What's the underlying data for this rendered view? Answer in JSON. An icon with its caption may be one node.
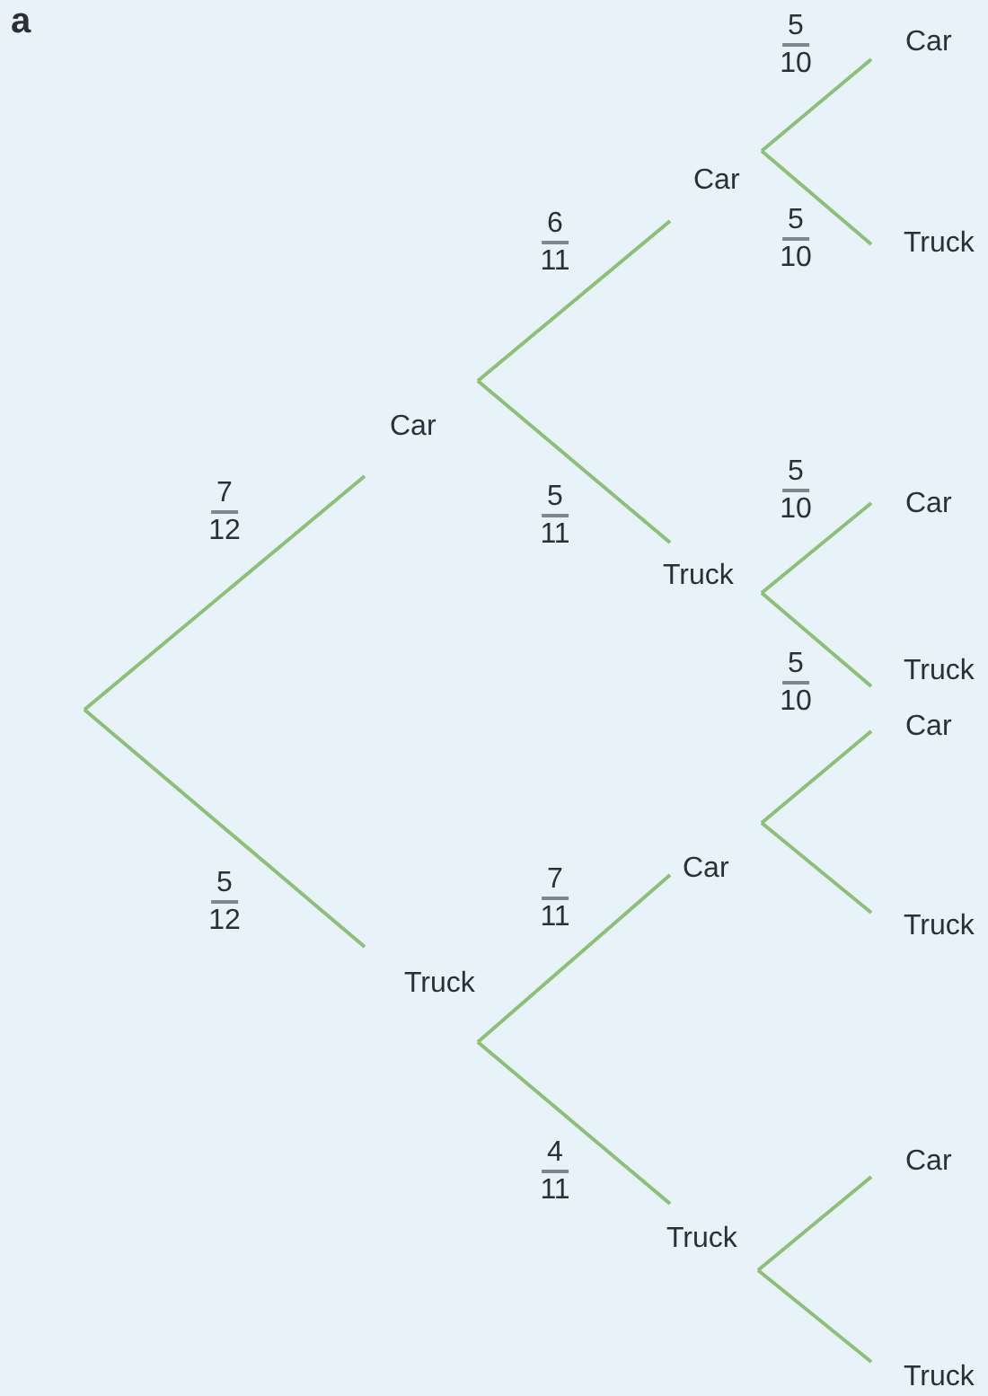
{
  "diagram": {
    "nodes": [
      {
        "text": [
          "Car"
        ]
      },
      {
        "text": [
          "Truck"
        ]
      },
      {
        "text": [
          "Car"
        ]
      },
      {
        "text": [
          "Truck"
        ]
      },
      {
        "text": [
          "Car"
        ]
      },
      {
        "text": [
          "Truck"
        ]
      },
      {
        "text": [
          "Car"
        ]
      },
      {
        "text": [
          "Truck"
        ]
      },
      {
        "text": [
          "Car"
        ]
      },
      {
        "text": [
          "Truck"
        ]
      },
      {
        "text": [
          "Car"
        ]
      },
      {
        "text": [
          "Truck"
        ]
      },
      {
        "text": [
          "Car"
        ]
      },
      {
        "text": [
          "Truck"
        ]
      }
    ],
    "edges": [
      {
        "from": null,
        "to": 0,
        "arrow": "none"
      },
      {
        "from": null,
        "to": 1,
        "arrow": "none"
      },
      {
        "from": 0,
        "to": 2,
        "arrow": "none"
      },
      {
        "from": 0,
        "to": 3,
        "arrow": "none"
      },
      {
        "from": 1,
        "to": 4,
        "arrow": "none"
      },
      {
        "from": 1,
        "to": 5,
        "arrow": "none"
      },
      {
        "from": 2,
        "to": 6,
        "arrow": "none"
      },
      {
        "from": 2,
        "to": 7,
        "arrow": "none"
      },
      {
        "from": 3,
        "to": 8,
        "arrow": "none"
      },
      {
        "from": 3,
        "to": 9,
        "arrow": "none"
      },
      {
        "from": 4,
        "to": 10,
        "arrow": "none"
      },
      {
        "from": 4,
        "to": 11,
        "arrow": "none"
      },
      {
        "from": 5,
        "to": 12,
        "arrow": "none"
      },
      {
        "from": 5,
        "to": 13,
        "arrow": "none"
      }
    ],
    "labels": [
      "a",
      "5",
      "10",
      "6",
      "11",
      "5",
      "10",
      "5",
      "10",
      "7",
      "12",
      "5",
      "11",
      "5",
      "10",
      "7",
      "11",
      "5",
      "12",
      "4",
      "11"
    ]
  }
}
